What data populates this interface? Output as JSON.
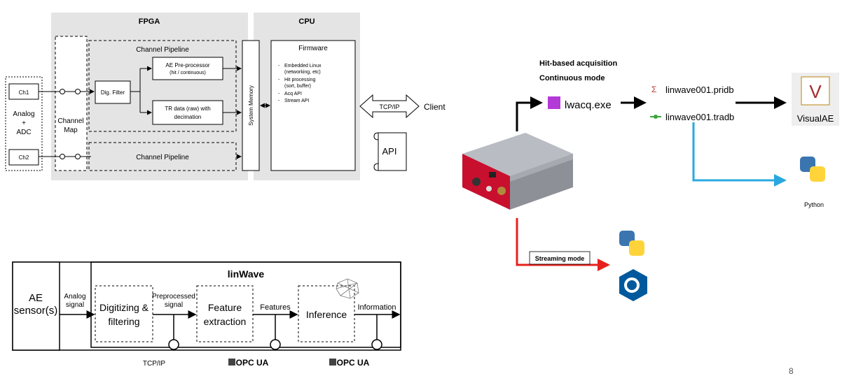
{
  "fpga_diagram": {
    "fpga_title": "FPGA",
    "cpu_title": "CPU",
    "analog_adc": [
      "Analog",
      "+",
      "ADC"
    ],
    "ch1": "Ch1",
    "ch2": "Ch2",
    "channel_map": [
      "Channel",
      "Map"
    ],
    "dig_filter": "Dig. Filter",
    "channel_pipeline_top": "Channel Pipeline",
    "channel_pipeline_bottom": "Channel Pipeline",
    "ae_preprocessor": [
      "AE Pre-processor",
      "(hit / continuous)"
    ],
    "tr_data": [
      "TR data (raw) with",
      "decimation"
    ],
    "system_memory": "System Memory",
    "firmware_title": "Firmware",
    "firmware_items": [
      "Embedded Linux",
      "(networking, etc)",
      "Hit processing",
      "(sort, buffer)",
      "Acq API",
      "Stream API"
    ],
    "tcpip": "TCP/IP",
    "client": "Client",
    "api": "API"
  },
  "linwave_diagram": {
    "title": "linWave",
    "ae_sensor": [
      "AE",
      "sensor(s)"
    ],
    "analog_signal": [
      "Analog",
      "signal"
    ],
    "digitizing": [
      "Digitizing &",
      "filtering"
    ],
    "preprocessed_signal": [
      "Preprocessed",
      "signal"
    ],
    "feature_extraction": [
      "Feature",
      "extraction"
    ],
    "features": "Features",
    "inference": "Inference",
    "information": "Information",
    "tcpip": "TCP/IP",
    "opc_ua_1": "OPC UA",
    "opc_ua_2": "OPC UA"
  },
  "workflow": {
    "hit_based": "Hit-based acquisition",
    "continuous_mode": "Continuous mode",
    "lwacq": "lwacq.exe",
    "pridb": "linwave001.pridb",
    "tradb": "linwave001.tradb",
    "visualae": "VisualAE",
    "python": "Python",
    "streaming_mode": "Streaming mode"
  },
  "page_number": "8",
  "colors": {
    "panel_gray": "#e4e4e4",
    "blue_arrow": "#29a8e0",
    "red_arrow": "#e8201c",
    "device_red": "#c8102e"
  }
}
